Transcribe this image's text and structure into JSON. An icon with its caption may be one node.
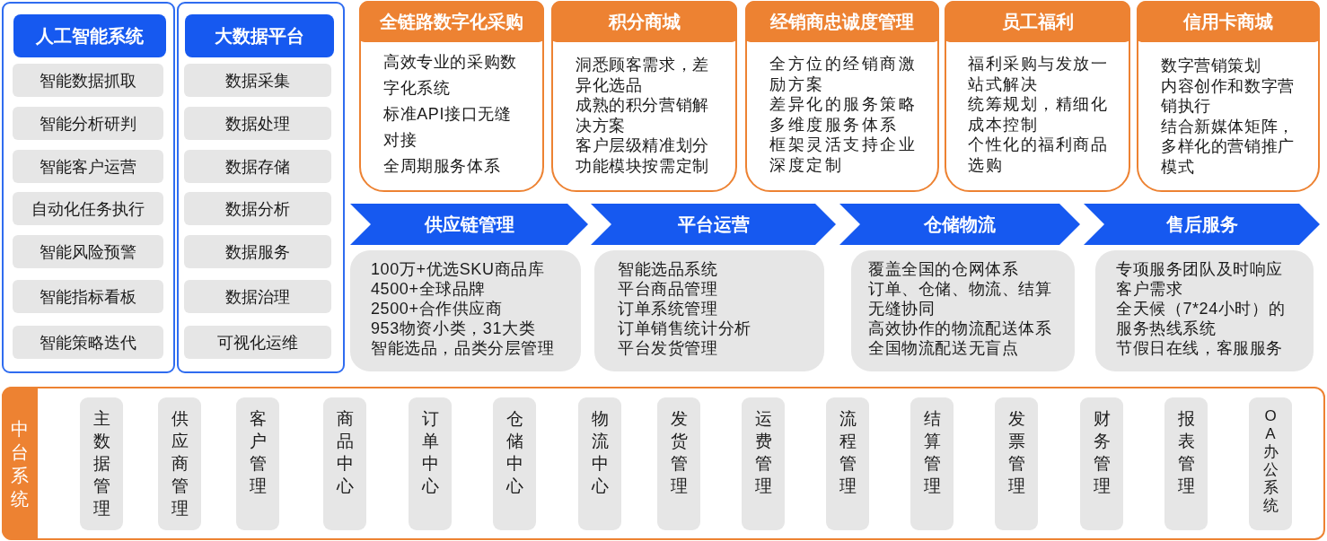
{
  "diagram": {
    "nodes": [
      {
        "text": [
          "人工智能系统"
        ]
      },
      {
        "text": [
          "智能数据抓取"
        ],
        "in": 0
      },
      {
        "text": [
          "智能分析研判"
        ],
        "in": 0
      },
      {
        "text": [
          "智能客户运营"
        ],
        "in": 0
      },
      {
        "text": [
          "自动化任务执行"
        ],
        "in": 0
      },
      {
        "text": [
          "智能风险预警"
        ],
        "in": 0
      },
      {
        "text": [
          "智能指标看板"
        ],
        "in": 0
      },
      {
        "text": [
          "智能策略迭代"
        ],
        "in": 0
      },
      {
        "text": [
          "大数据平台"
        ]
      },
      {
        "text": [
          "数据采集"
        ],
        "in": 8
      },
      {
        "text": [
          "数据处理"
        ],
        "in": 8
      },
      {
        "text": [
          "数据存储"
        ],
        "in": 8
      },
      {
        "text": [
          "数据分析"
        ],
        "in": 8
      },
      {
        "text": [
          "数据服务"
        ],
        "in": 8
      },
      {
        "text": [
          "数据治理"
        ],
        "in": 8
      },
      {
        "text": [
          "可视化运维"
        ],
        "in": 8
      },
      {
        "text": [
          "全链路数字化采购",
          "高效专业的采购数字化系统",
          "标准API接口无缝对接",
          "全周期服务体系"
        ]
      },
      {
        "text": [
          "积分商城",
          "洞悉顾客需求，差异化选品",
          "成熟的积分营销解决方案",
          "客户层级精准划分",
          "功能模块按需定制"
        ]
      },
      {
        "text": [
          "经销商忠诚度管理",
          "全方位的经销商激励方案",
          "差异化的服务策略",
          "多维度服务体系",
          "框架灵活支持企业深度定制"
        ]
      },
      {
        "text": [
          "员工福利",
          "福利采购与发放一站式解决",
          "统筹规划，精细化成本控制",
          "个性化的福利商品选购"
        ]
      },
      {
        "text": [
          "信用卡商城",
          "数字营销策划",
          "内容创作和数字营销执行",
          "结合新媒体矩阵，多样化的营销推广模式"
        ]
      },
      {
        "text": [
          "供应链管理"
        ]
      },
      {
        "text": [
          "平台运营"
        ]
      },
      {
        "text": [
          "仓储物流"
        ]
      },
      {
        "text": [
          "售后服务"
        ]
      },
      {
        "text": [
          "100万+优选SKU商品库",
          "4500+全球品牌",
          "2500+合作供应商",
          "953物资小类，31大类",
          "智能选品，品类分层管理"
        ]
      },
      {
        "text": [
          "智能选品系统",
          "平台商品管理",
          "订单系统管理",
          "订单销售统计分析",
          "平台发货管理"
        ]
      },
      {
        "text": [
          "覆盖全国的仓网体系",
          "订单、仓储、物流、结算无缝协同",
          "高效协作的物流配送体系",
          "全国物流配送无盲点"
        ]
      },
      {
        "text": [
          "专项服务团队及时响应客户需求",
          "全天候（7*24小时）的服务热线系统",
          "节假日在线，客服服务"
        ]
      },
      {
        "text": [
          "中台系统"
        ]
      },
      {
        "text": [
          "主数据管理"
        ],
        "in": 29
      },
      {
        "text": [
          "供应商管理"
        ],
        "in": 29
      },
      {
        "text": [
          "客户管理"
        ],
        "in": 29
      },
      {
        "text": [
          "商品中心"
        ],
        "in": 29
      },
      {
        "text": [
          "订单中心"
        ],
        "in": 29
      },
      {
        "text": [
          "仓储中心"
        ],
        "in": 29
      },
      {
        "text": [
          "物流中心"
        ],
        "in": 29
      },
      {
        "text": [
          "发货管理"
        ],
        "in": 29
      },
      {
        "text": [
          "运费管理"
        ],
        "in": 29
      },
      {
        "text": [
          "流程管理"
        ],
        "in": 29
      },
      {
        "text": [
          "结算管理"
        ],
        "in": 29
      },
      {
        "text": [
          "发票管理"
        ],
        "in": 29
      },
      {
        "text": [
          "财务管理"
        ],
        "in": 29
      },
      {
        "text": [
          "报表管理"
        ],
        "in": 29
      },
      {
        "text": [
          "OA办公系统"
        ],
        "in": 29
      }
    ]
  }
}
